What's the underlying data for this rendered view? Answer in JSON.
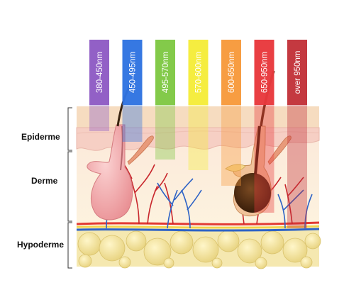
{
  "layers": [
    {
      "label": "Epiderme"
    },
    {
      "label": "Derme"
    },
    {
      "label": "Hypoderme"
    }
  ],
  "wavelength_bands": [
    {
      "label": "380-450nm",
      "color": "#8e5bc4"
    },
    {
      "label": "450-495nm",
      "color": "#2f73e0"
    },
    {
      "label": "495-570nm",
      "color": "#7ec843"
    },
    {
      "label": "570-600nm",
      "color": "#f4ec3a"
    },
    {
      "label": "600-650nm",
      "color": "#f79a3c"
    },
    {
      "label": "650-950nm",
      "color": "#e8393d"
    },
    {
      "label": "over  950nm",
      "color": "#c2333a"
    }
  ],
  "colors": {
    "hypoderme_fat": "#efe09a",
    "derme": "#fbeed8",
    "epiderme": "#f7d6cc",
    "follicle_light": "#f3b1b3",
    "follicle_dark": "#4a2a14",
    "artery": "#c8262c",
    "vein": "#2e63c6"
  }
}
